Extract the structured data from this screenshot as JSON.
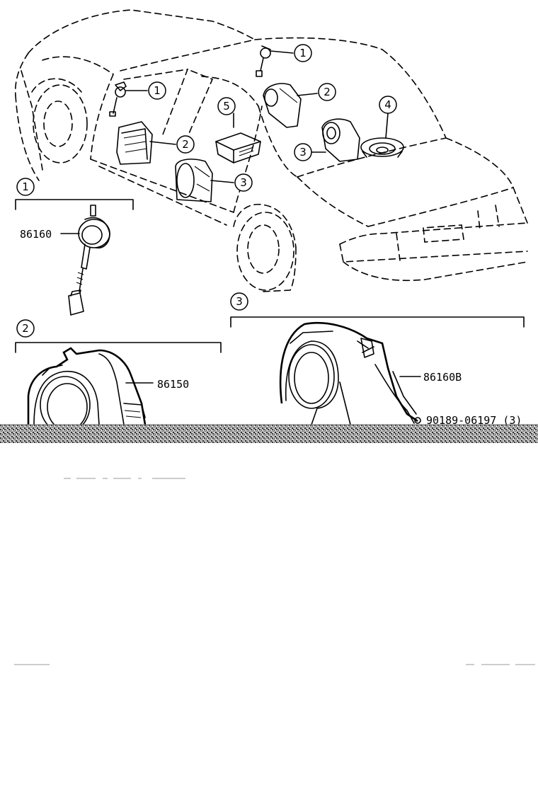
{
  "callouts": {
    "c1": "1",
    "c2": "2",
    "c3": "3",
    "c4": "4",
    "c5": "5"
  },
  "parts": {
    "tweeter": "86160",
    "front_speaker": "86150",
    "rear_speaker": "86160B",
    "clip": "90189-06197 (3)"
  }
}
